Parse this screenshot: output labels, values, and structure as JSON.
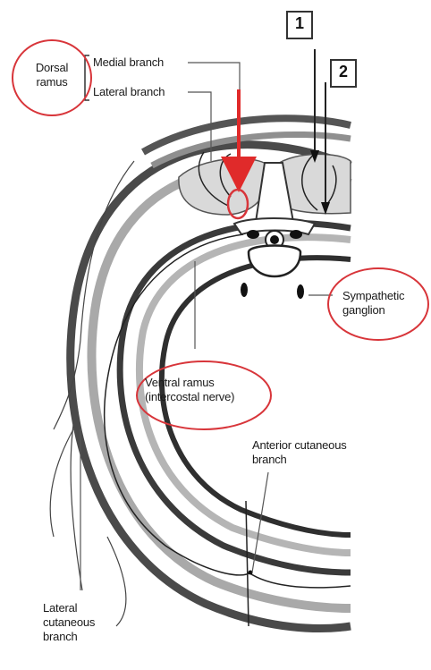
{
  "labels": {
    "dorsal_ramus_line1": "Dorsal",
    "dorsal_ramus_line2": "ramus",
    "medial_branch": "Medial branch",
    "lateral_branch": "Lateral branch",
    "sympathetic_line1": "Sympathetic",
    "sympathetic_line2": "ganglion",
    "ventral_line1": "Ventral ramus",
    "ventral_line2": "(intercostal nerve)",
    "anterior_line1": "Anterior cutaneous",
    "anterior_line2": "branch",
    "lateral_cut_line1": "Lateral",
    "lateral_cut_line2": "cutaneous",
    "lateral_cut_line3": "branch"
  },
  "callouts": {
    "one": "1",
    "two": "2"
  },
  "colors": {
    "highlight": "#d8353a",
    "arrow": "#e02a2a",
    "dark_band": "#3a3a3a",
    "light_band": "#a9a9a9",
    "muscle_fill": "#d9d9d9"
  }
}
